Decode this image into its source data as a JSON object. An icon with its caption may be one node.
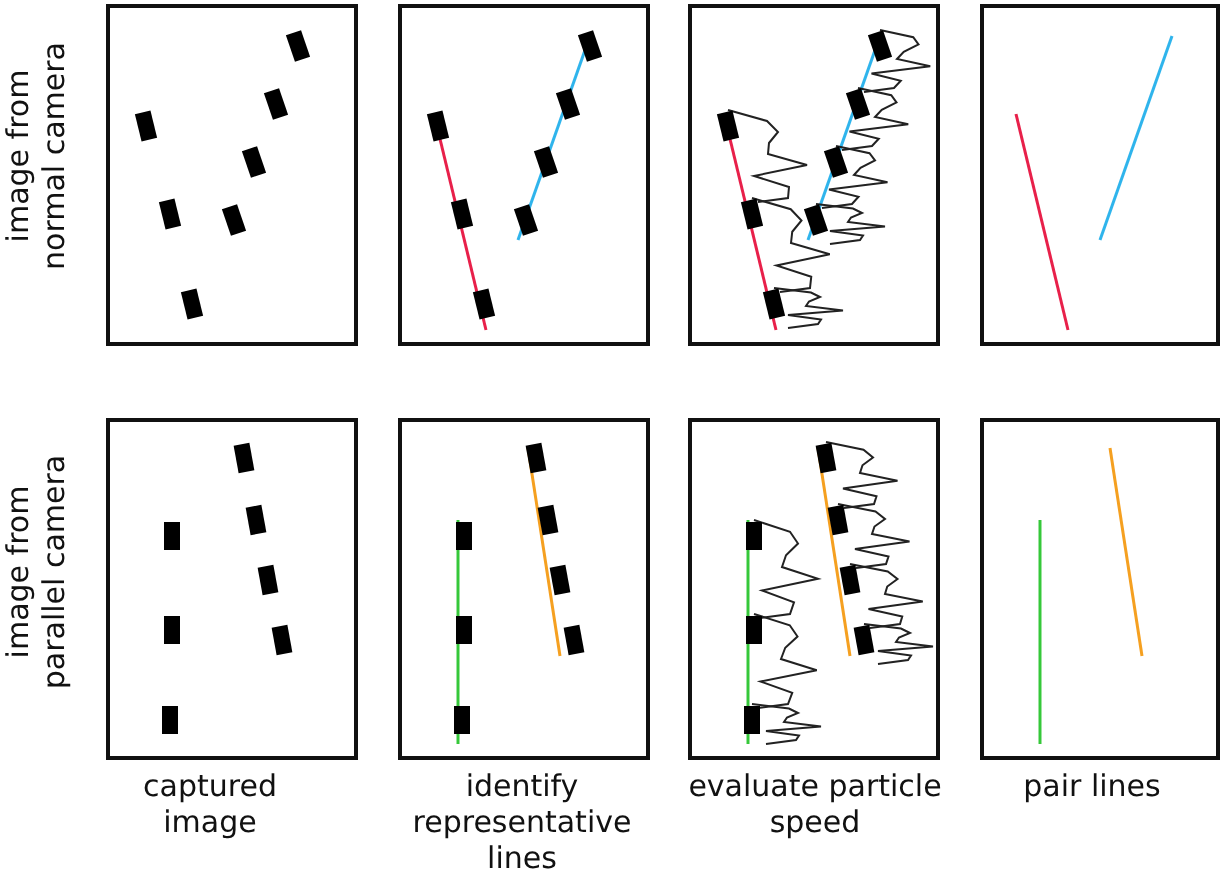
{
  "diagram": {
    "labels": [
      "image from normal camera",
      "image from parallel camera",
      "captured image",
      "identify representative lines",
      "evaluate particle speed",
      "pair lines"
    ]
  }
}
